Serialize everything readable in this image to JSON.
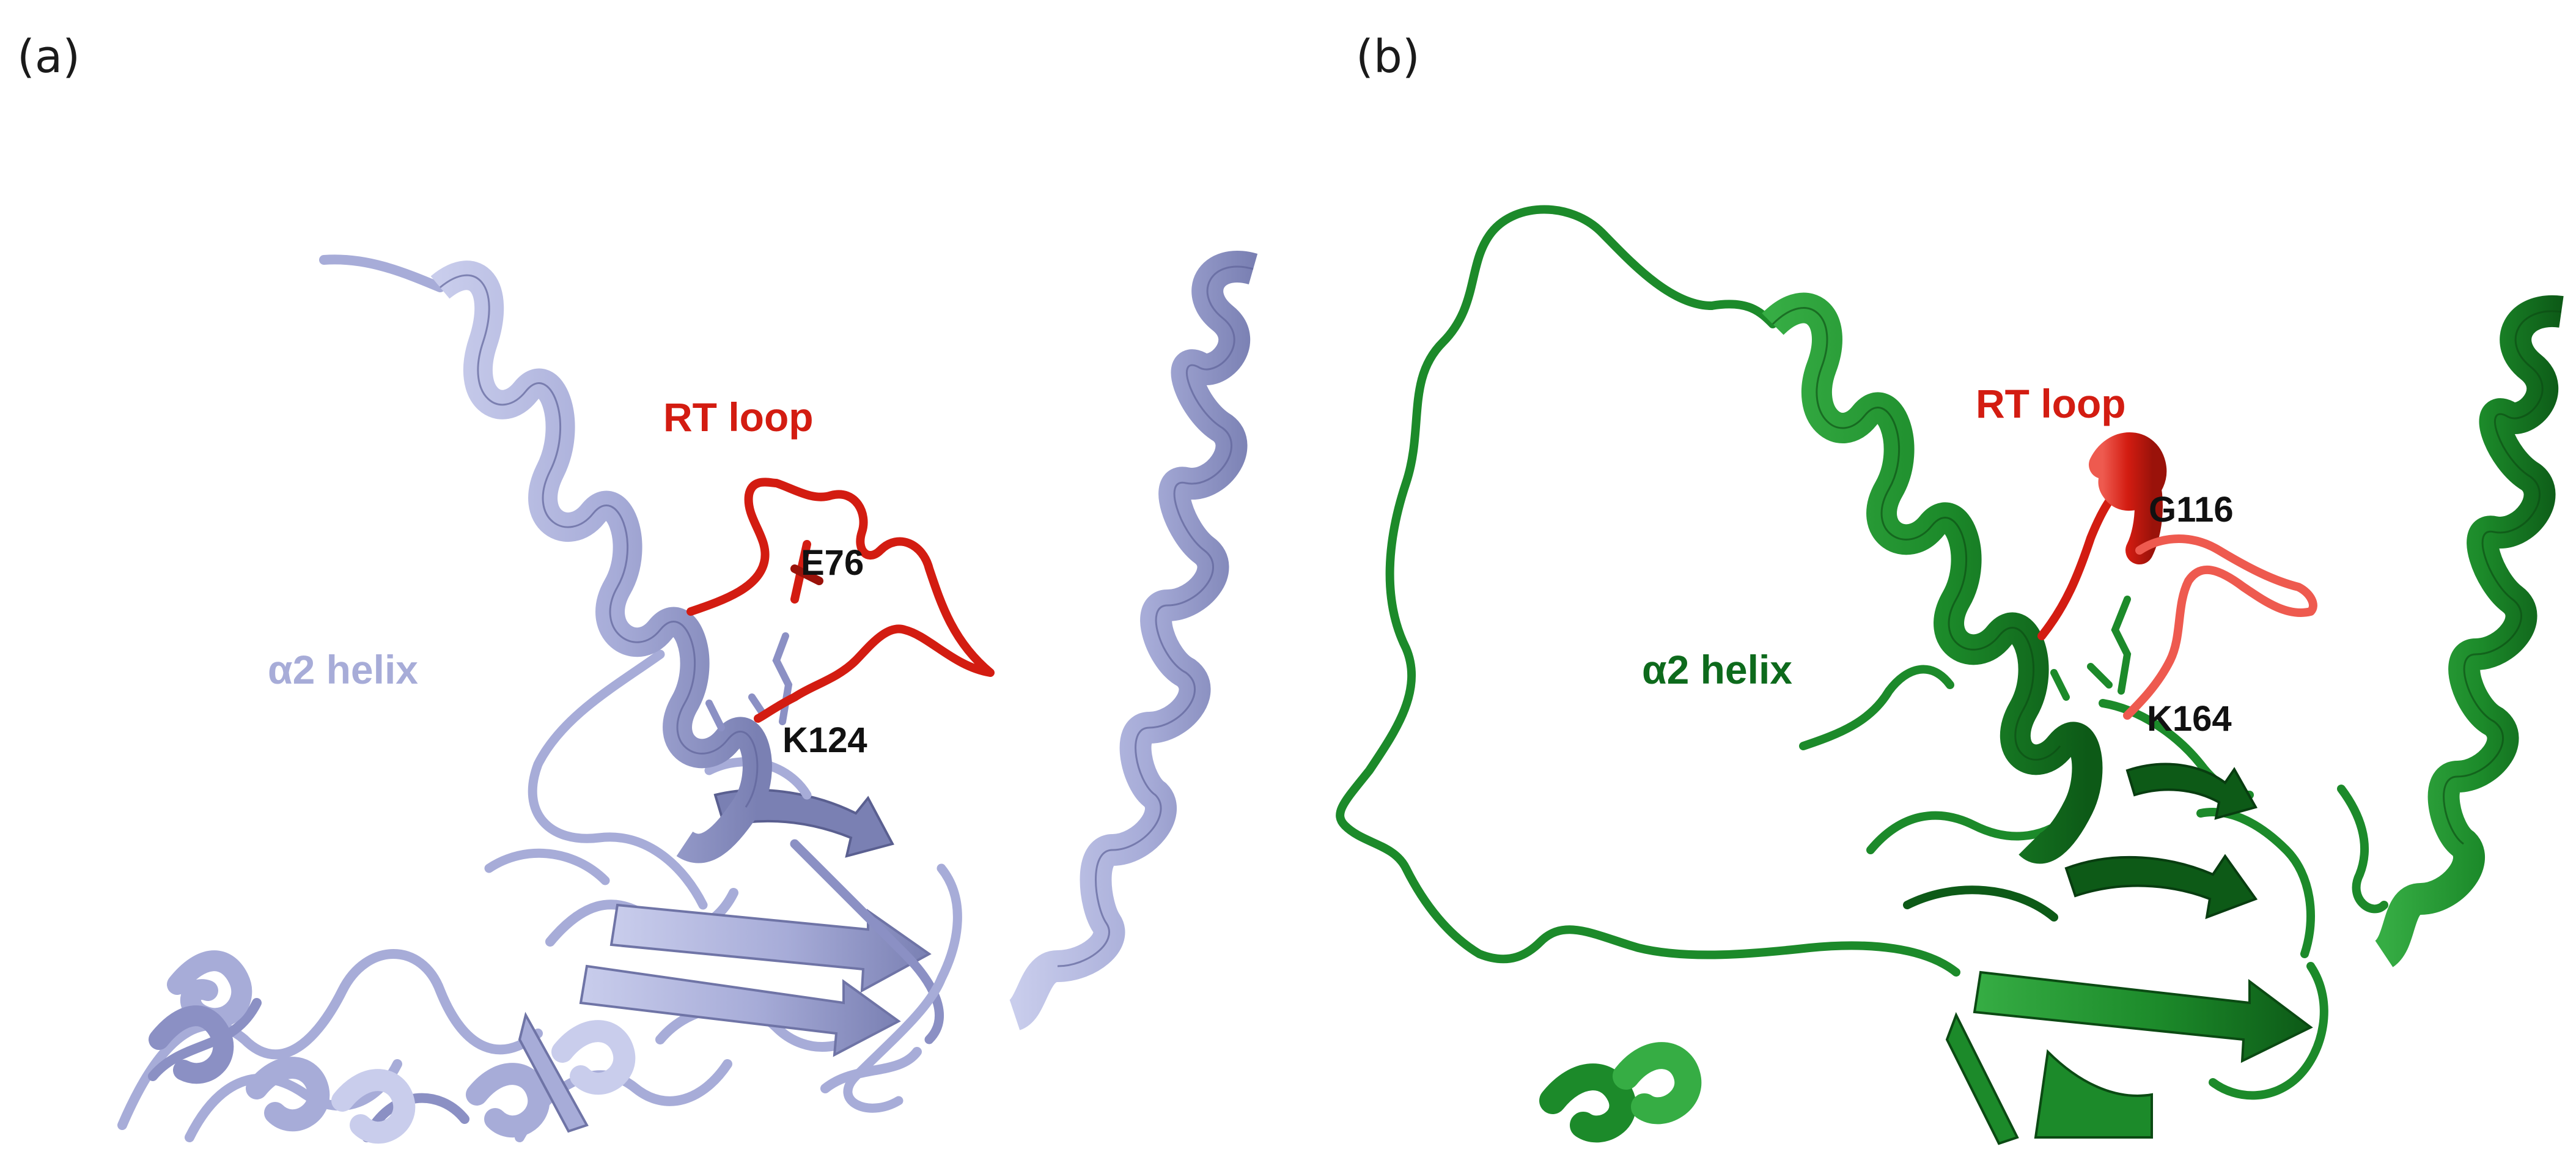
{
  "colors": {
    "background": "#ffffff",
    "panel_a_protein": "#a7acd8",
    "panel_a_protein_dark": "#7a80b3",
    "panel_a_protein_light": "#c9cdec",
    "panel_b_protein": "#1c8a2a",
    "panel_b_protein_dark": "#0d5a17",
    "panel_b_protein_light": "#36ad44",
    "rt_loop": "#d31c11",
    "rt_loop_light": "#ee5a4f",
    "label_black": "#111111"
  },
  "panels": [
    {
      "id": "a",
      "letter": "(a)",
      "loop_label": "RT loop",
      "helix_label": "α2 helix",
      "residue_upper": "E76",
      "residue_lower": "K124",
      "protein_color_name": "light blue-violet ribbon",
      "loop_color_name": "red"
    },
    {
      "id": "b",
      "letter": "(b)",
      "loop_label": "RT loop",
      "helix_label": "α2 helix",
      "residue_upper": "G116",
      "residue_lower": "K164",
      "protein_color_name": "green ribbon",
      "loop_color_name": "red"
    }
  ]
}
